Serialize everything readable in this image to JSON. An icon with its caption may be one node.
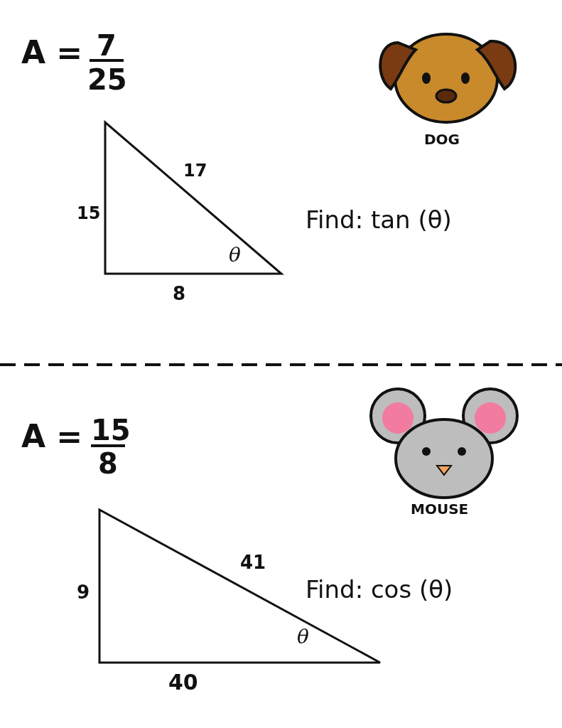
{
  "diagram": {
    "labels": [
      "A =",
      "7",
      "25",
      "DOG",
      "15",
      "17",
      "Find: tan (θ)",
      "θ",
      "8",
      "A =",
      "15",
      "8",
      "MOUSE",
      "41",
      "9",
      "Find: cos (θ)",
      "θ",
      "40"
    ]
  }
}
